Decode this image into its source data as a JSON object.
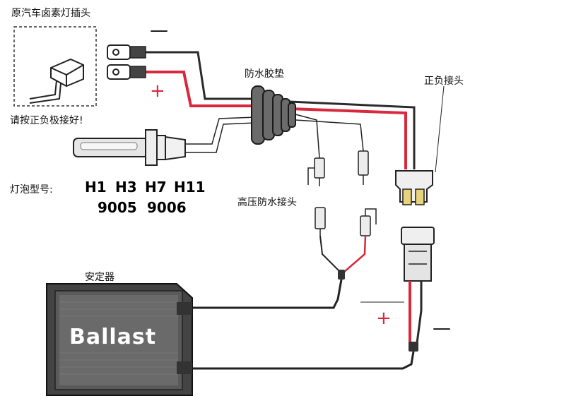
{
  "labels": {
    "original_plug": "原汽车卤素灯插头",
    "connect_hint": "请按正负极接好!",
    "grommet": "防水胶垫",
    "pos_neg_connector": "正负接头",
    "bulb_model_label": "灯泡型号:",
    "hv_connector": "高压防水接头",
    "ballast_cn": "安定器",
    "ballast_en": "Ballast"
  },
  "bulb_models": {
    "row1": [
      "H1",
      "H3",
      "H7",
      "H11"
    ],
    "row2": [
      "9005",
      "9006"
    ]
  },
  "signs": {
    "plug_negative": "—",
    "plug_positive": "+",
    "battery_positive": "+",
    "battery_negative": "—"
  },
  "colors": {
    "positive_wire": "#d8283c",
    "negative_wire": "#2a2a2a",
    "ballast_body": "#5a5a5a"
  }
}
